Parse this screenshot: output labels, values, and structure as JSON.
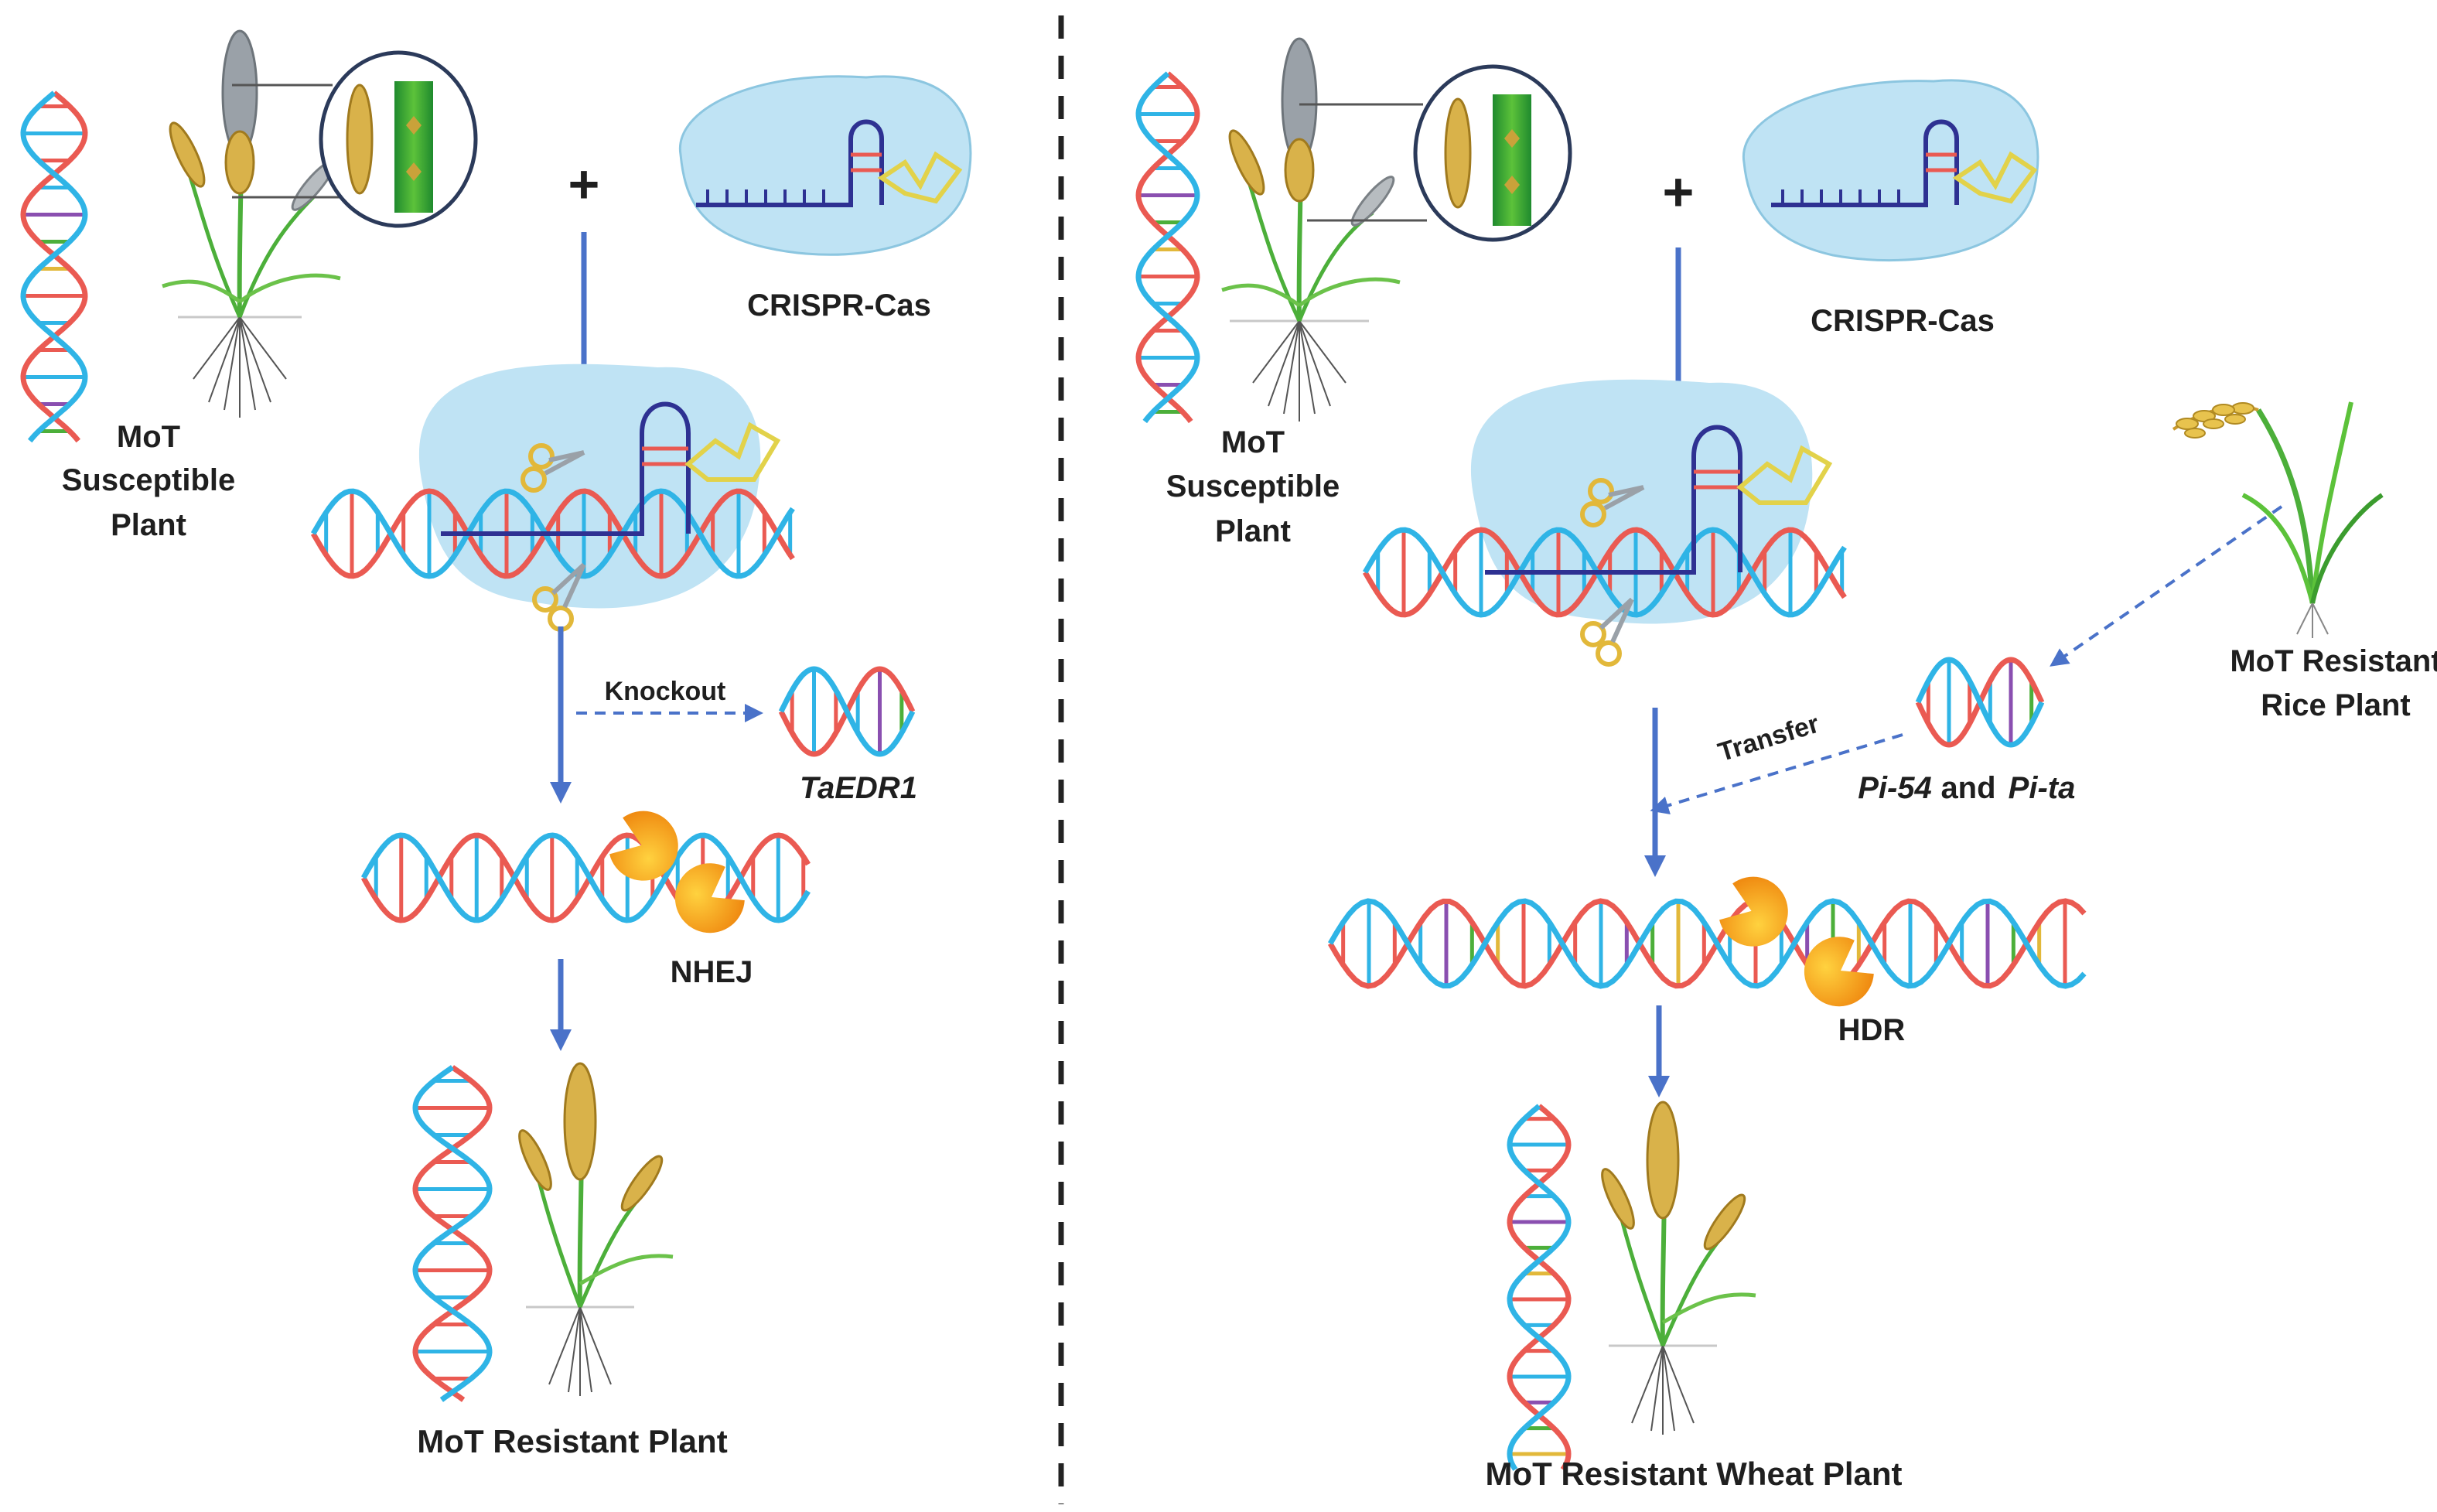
{
  "colors": {
    "strand_red": "#ea5a52",
    "strand_blue": "#2fb4e6",
    "flow_arrow": "#4a72c9",
    "cas_blob": "#bfe3f4",
    "guide_rna": "#2e3192",
    "enzyme": "#f6a21a",
    "divider": "#222222"
  },
  "icons": [
    "dna-helix-icon",
    "wheat-plant-icon",
    "rice-plant-icon",
    "magnifier-icon",
    "scissors-icon",
    "enzyme-pacman-icon",
    "plus-icon"
  ],
  "left_panel": {
    "susceptible_line1": "MoT",
    "susceptible_line2": "Susceptible",
    "susceptible_line3": "Plant",
    "plus": "+",
    "crispr_label": "CRISPR-Cas",
    "knockout_label": "Knockout",
    "gene_label": "TaEDR1",
    "repair_label": "NHEJ",
    "result_label": "MoT Resistant Plant"
  },
  "right_panel": {
    "susceptible_line1": "MoT",
    "susceptible_line2": "Susceptible",
    "susceptible_line3": "Plant",
    "plus": "+",
    "crispr_label": "CRISPR-Cas",
    "rice_line1": "MoT Resistant",
    "rice_line2": "Rice Plant",
    "transfer_label": "Transfer",
    "gene1": "Pi-54",
    "gene_and": "and",
    "gene2": "Pi-ta",
    "repair_label": "HDR",
    "result_label": "MoT Resistant Wheat Plant"
  }
}
